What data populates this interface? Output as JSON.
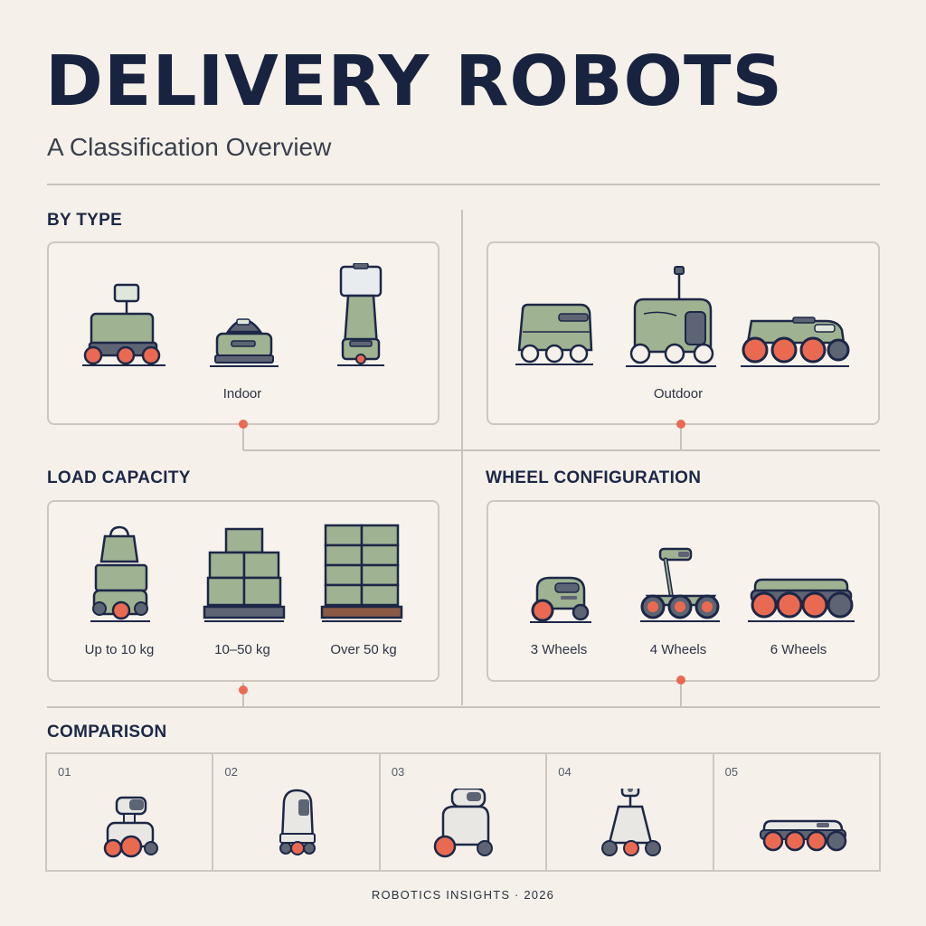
{
  "header": {
    "title": "DELIVERY ROBOTS",
    "subtitle": "A Classification Overview"
  },
  "sections": {
    "by_type": {
      "heading": "BY TYPE",
      "indoor_label": "Indoor",
      "outdoor_label": "Outdoor"
    },
    "load_capacity": {
      "heading": "LOAD CAPACITY",
      "items": [
        "Up to 10 kg",
        "10–50 kg",
        "Over 50 kg"
      ]
    },
    "wheel_configuration": {
      "heading": "WHEEL CONFIGURATION",
      "items": [
        "3 Wheels",
        "4 Wheels",
        "6 Wheels"
      ]
    },
    "comparison": {
      "heading": "COMPARISON",
      "items": [
        "01",
        "02",
        "03",
        "04",
        "05"
      ]
    }
  },
  "footer": {
    "text": "ROBOTICS INSIGHTS · 2026"
  },
  "colors": {
    "navy": "#18233f",
    "body_green": "#9fb292",
    "wheel_orange": "#ea6a51",
    "background": "#f5f1ea"
  }
}
